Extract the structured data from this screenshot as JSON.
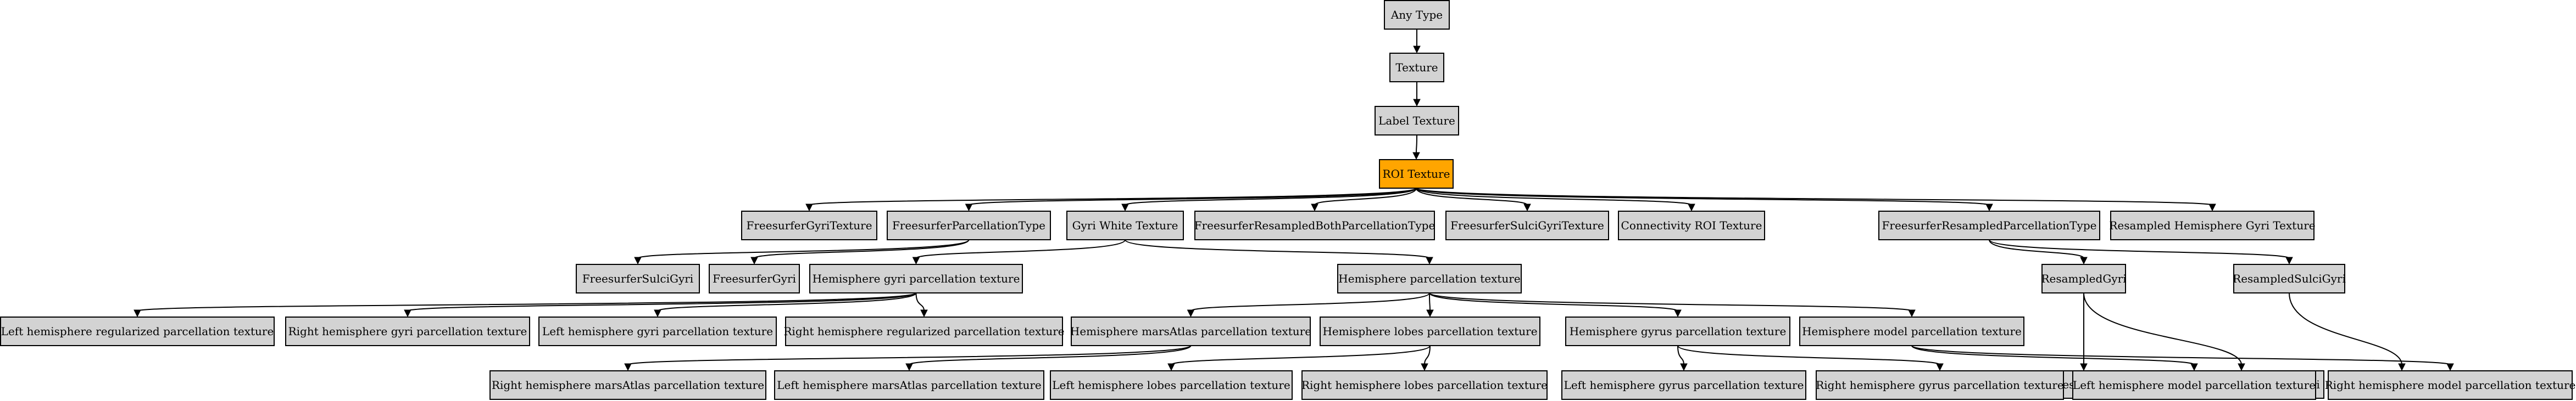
{
  "diagram": {
    "colors": {
      "node_fill": "#d3d3d3",
      "highlight_fill": "#ffa500",
      "stroke": "#000000"
    },
    "nodes": {
      "any_type": "Any Type",
      "texture": "Texture",
      "label_texture": "Label Texture",
      "roi_texture": "ROI Texture",
      "freesurfer_gyri_texture": "FreesurferGyriTexture",
      "freesurfer_parcellation_type": "FreesurferParcellationType",
      "gyri_white_texture": "Gyri White Texture",
      "freesurfer_resampled_both_parcellation_type": "FreesurferResampledBothParcellationType",
      "freesurfer_sulci_gyri_texture": "FreesurferSulciGyriTexture",
      "connectivity_roi_texture": "Connectivity ROI Texture",
      "freesurfer_resampled_parcellation_type": "FreesurferResampledParcellationType",
      "resampled_hemisphere_gyri_texture": "Resampled Hemisphere Gyri Texture",
      "freesurfer_sulci_gyri": "FreesurferSulciGyri",
      "freesurfer_gyri": "FreesurferGyri",
      "hemisphere_gyri_parcellation_texture": "Hemisphere gyri parcellation texture",
      "hemisphere_parcellation_texture": "Hemisphere parcellation texture",
      "resampled_gyri": "ResampledGyri",
      "resampled_sulci_gyri": "ResampledSulciGyri",
      "left_hemisphere_regularized_parcellation_texture": "Left hemisphere regularized parcellation texture",
      "right_hemisphere_gyri_parcellation_texture": "Right hemisphere gyri parcellation texture",
      "left_hemisphere_gyri_parcellation_texture": "Left hemisphere gyri parcellation texture",
      "right_hemisphere_regularized_parcellation_texture": "Right hemisphere regularized parcellation texture",
      "hemisphere_marsatlas_parcellation_texture": "Hemisphere marsAtlas parcellation texture",
      "hemisphere_lobes_parcellation_texture": "Hemisphere lobes parcellation texture",
      "hemisphere_gyrus_parcellation_texture": "Hemisphere gyrus parcellation texture",
      "hemisphere_model_parcellation_texture": "Hemisphere model parcellation texture",
      "both_resampled_gyri": "BothResampledGyri",
      "both_average_resampled_gyri": "BothAverageResampledGyri",
      "both_resampled_sulci_gyri": "BothResampledSulciGyri",
      "right_hemisphere_marsatlas_parcellation_texture": "Right hemisphere marsAtlas parcellation texture",
      "left_hemisphere_marsatlas_parcellation_texture": "Left hemisphere marsAtlas parcellation texture",
      "left_hemisphere_lobes_parcellation_texture": "Left hemisphere lobes parcellation texture",
      "right_hemisphere_lobes_parcellation_texture": "Right hemisphere lobes parcellation texture",
      "left_hemisphere_gyrus_parcellation_texture": "Left hemisphere gyrus parcellation texture",
      "right_hemisphere_gyrus_parcellation_texture": "Right hemisphere gyrus parcellation texture",
      "left_hemisphere_model_parcellation_texture": "Left hemisphere model parcellation texture",
      "right_hemisphere_model_parcellation_texture": "Right hemisphere model parcellation texture"
    },
    "highlighted": "roi_texture",
    "edges": [
      [
        "any_type",
        "texture"
      ],
      [
        "texture",
        "label_texture"
      ],
      [
        "label_texture",
        "roi_texture"
      ],
      [
        "roi_texture",
        "freesurfer_gyri_texture"
      ],
      [
        "roi_texture",
        "freesurfer_parcellation_type"
      ],
      [
        "roi_texture",
        "gyri_white_texture"
      ],
      [
        "roi_texture",
        "freesurfer_resampled_both_parcellation_type"
      ],
      [
        "roi_texture",
        "freesurfer_sulci_gyri_texture"
      ],
      [
        "roi_texture",
        "connectivity_roi_texture"
      ],
      [
        "roi_texture",
        "freesurfer_resampled_parcellation_type"
      ],
      [
        "roi_texture",
        "resampled_hemisphere_gyri_texture"
      ],
      [
        "freesurfer_parcellation_type",
        "freesurfer_sulci_gyri"
      ],
      [
        "freesurfer_parcellation_type",
        "freesurfer_gyri"
      ],
      [
        "gyri_white_texture",
        "hemisphere_gyri_parcellation_texture"
      ],
      [
        "gyri_white_texture",
        "hemisphere_parcellation_texture"
      ],
      [
        "freesurfer_resampled_parcellation_type",
        "resampled_gyri"
      ],
      [
        "freesurfer_resampled_parcellation_type",
        "resampled_sulci_gyri"
      ],
      [
        "hemisphere_gyri_parcellation_texture",
        "left_hemisphere_regularized_parcellation_texture"
      ],
      [
        "hemisphere_gyri_parcellation_texture",
        "right_hemisphere_gyri_parcellation_texture"
      ],
      [
        "hemisphere_gyri_parcellation_texture",
        "left_hemisphere_gyri_parcellation_texture"
      ],
      [
        "hemisphere_gyri_parcellation_texture",
        "right_hemisphere_regularized_parcellation_texture"
      ],
      [
        "hemisphere_parcellation_texture",
        "hemisphere_marsatlas_parcellation_texture"
      ],
      [
        "hemisphere_parcellation_texture",
        "hemisphere_lobes_parcellation_texture"
      ],
      [
        "hemisphere_parcellation_texture",
        "hemisphere_gyrus_parcellation_texture"
      ],
      [
        "hemisphere_parcellation_texture",
        "hemisphere_model_parcellation_texture"
      ],
      [
        "resampled_gyri",
        "both_resampled_gyri"
      ],
      [
        "resampled_gyri",
        "both_average_resampled_gyri"
      ],
      [
        "resampled_sulci_gyri",
        "both_resampled_sulci_gyri"
      ],
      [
        "hemisphere_marsatlas_parcellation_texture",
        "right_hemisphere_marsatlas_parcellation_texture"
      ],
      [
        "hemisphere_marsatlas_parcellation_texture",
        "left_hemisphere_marsatlas_parcellation_texture"
      ],
      [
        "hemisphere_lobes_parcellation_texture",
        "left_hemisphere_lobes_parcellation_texture"
      ],
      [
        "hemisphere_lobes_parcellation_texture",
        "right_hemisphere_lobes_parcellation_texture"
      ],
      [
        "hemisphere_gyrus_parcellation_texture",
        "left_hemisphere_gyrus_parcellation_texture"
      ],
      [
        "hemisphere_gyrus_parcellation_texture",
        "right_hemisphere_gyrus_parcellation_texture"
      ],
      [
        "hemisphere_model_parcellation_texture",
        "left_hemisphere_model_parcellation_texture"
      ],
      [
        "hemisphere_model_parcellation_texture",
        "right_hemisphere_model_parcellation_texture"
      ]
    ]
  }
}
